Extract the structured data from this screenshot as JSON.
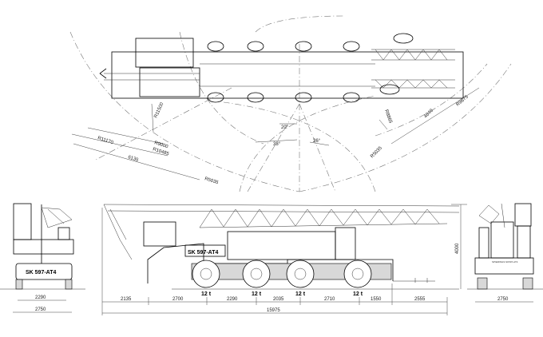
{
  "top_view": {
    "radii": {
      "r11500": "R11500",
      "r9000": "R9000",
      "r10485": "R10485",
      "r11170": "R11170",
      "d6135": "6135",
      "r5035_left": "R5035",
      "r8865": "R8865",
      "d4840": "4840",
      "r9875": "R9875",
      "r5035_right": "R5035"
    },
    "angles": {
      "a20": "20°",
      "a38": "38°",
      "a26": "26°"
    }
  },
  "front_view": {
    "model_plate": "SK 597-AT4",
    "dim_track": "2290",
    "dim_width": "2750"
  },
  "side_view": {
    "model_plate": "SK 597-AT4",
    "axle_loads": [
      "12 t",
      "12 t",
      "12 t",
      "12 t"
    ],
    "segments": [
      "2135",
      "2700",
      "2290",
      "2035",
      "2710",
      "1550",
      "2555"
    ],
    "total_length": "15975",
    "height": "4000"
  },
  "rear_view": {
    "brand_text": "SPIERINGS SK597-AT4",
    "dim_width": "2750"
  }
}
